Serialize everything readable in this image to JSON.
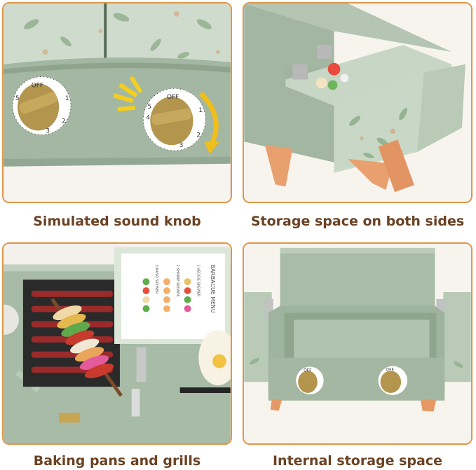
{
  "captions": [
    "Simulated sound knob",
    "Storage space on both sides",
    "Baking pans and grills",
    "Internal storage space"
  ],
  "knob_labels": {
    "off": "OFF",
    "n1": "1",
    "n2": "2",
    "n3": "3",
    "n4": "4",
    "n5": "5"
  },
  "menu": {
    "title": "BARBACUE MENU",
    "items": [
      "1.VEGGIE SKEWER",
      "2.SHRIMP SKEWER",
      "3.MASO SKEWER"
    ]
  },
  "colors": {
    "frame": "#e0964a",
    "caption": "#6b4223",
    "body_green": "#a9bca9",
    "knob_gold": "#b89a52",
    "leg_orange": "#e59a66"
  }
}
